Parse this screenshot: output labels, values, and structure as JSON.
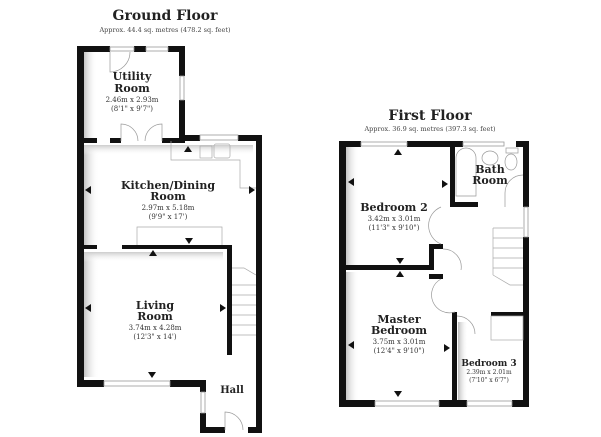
{
  "ground_floor": {
    "title": "Ground Floor",
    "area": "Approx. 44.4 sq. metres (478.2 sq. feet)",
    "rooms": [
      {
        "name_line1": "Utility",
        "name_line2": "Room",
        "metric": "2.46m x 2.93m",
        "imperial": "(8'1\" x 9'7\")"
      },
      {
        "name_line1": "Kitchen/Dining",
        "name_line2": "Room",
        "metric": "2.97m x 5.18m",
        "imperial": "(9'9\" x 17')"
      },
      {
        "name_line1": "Living",
        "name_line2": "Room",
        "metric": "3.74m x 4.28m",
        "imperial": "(12'3\" x 14')"
      },
      {
        "name_line1": "Hall",
        "name_line2": "",
        "metric": "",
        "imperial": ""
      }
    ]
  },
  "first_floor": {
    "title": "First Floor",
    "area": "Approx. 36.9 sq. metres (397.3 sq. feet)",
    "rooms": [
      {
        "name_line1": "Bath",
        "name_line2": "Room",
        "metric": "",
        "imperial": ""
      },
      {
        "name_line1": "Bedroom 2",
        "name_line2": "",
        "metric": "3.42m x 3.01m",
        "imperial": "(11'3\" x 9'10\")"
      },
      {
        "name_line1": "Master",
        "name_line2": "Bedroom",
        "metric": "3.75m x 3.01m",
        "imperial": "(12'4\" x 9'10\")"
      },
      {
        "name_line1": "Bedroom 3",
        "name_line2": "",
        "metric": "2.39m x 2.01m",
        "imperial": "(7'10\" x 6'7\")"
      }
    ]
  },
  "colors": {
    "wall": "#111111",
    "shadow": "#cfcfcf",
    "fixture": "#999999",
    "background": "#ffffff"
  }
}
